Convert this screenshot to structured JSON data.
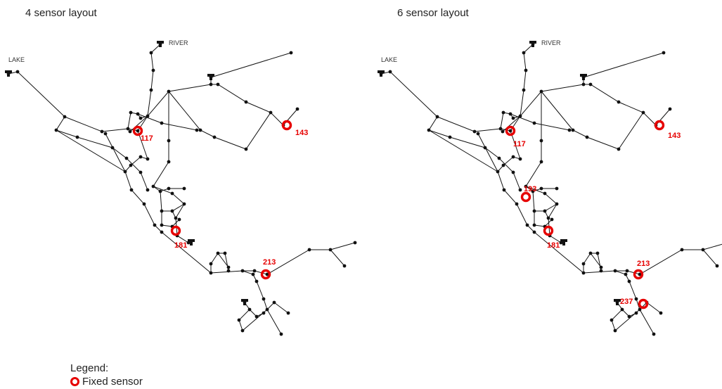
{
  "layouts": [
    {
      "title": "4 sensor layout",
      "labels": {
        "lake": "LAKE",
        "river": "RIVER"
      },
      "sensors": [
        "117",
        "143",
        "181",
        "213"
      ]
    },
    {
      "title": "6 sensor layout",
      "labels": {
        "lake": "LAKE",
        "river": "RIVER"
      },
      "sensors": [
        "117",
        "143",
        "193",
        "181",
        "213",
        "237"
      ]
    }
  ],
  "legend": {
    "title": "Legend:",
    "items": [
      {
        "label": "Fixed sensor",
        "color": "#e60000"
      }
    ]
  },
  "colors": {
    "sensor": "#e60000",
    "network": "#111111"
  }
}
